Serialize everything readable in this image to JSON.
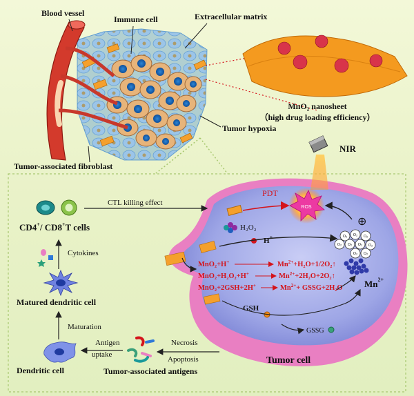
{
  "labels": {
    "blood_vessel": "Blood vessel",
    "immune_cell": "Immune cell",
    "extracellular_matrix": "Extracellular matrix",
    "mno2_nanosheet": "MnO₂ nanosheet",
    "high_drug_loading": "（high drug loading efficiency）",
    "tumor_hypoxia": "Tumor hypoxia",
    "tumor_associated_fibroblast": "Tumor-associated fibroblast",
    "nir": "NIR",
    "ctl_killing_effect": "CTL killing effect",
    "cd4": "CD4",
    "cd8": "/ CD8",
    "t_cells": "T cells",
    "plus_sup": "+",
    "pdt": "PDT",
    "ros": "ROS",
    "h2o2": "H₂O₂",
    "h_plus": "H",
    "cytokines": "Cytokines",
    "matured_dendritic_cell": "Matured  dendritic cell",
    "maturation": "Maturation",
    "antigen": "Antigen",
    "uptake": "uptake",
    "necrosis": "Necrosis",
    "apoptosis": "Apoptosis",
    "dendritic_cell": "Dendritic cell",
    "tumor_associated_antigens": "Tumor-associated antigens",
    "tumor_cell": "Tumor cell",
    "gsh": "GSH",
    "gssg": "GSSG",
    "mn": "Mn",
    "mn_charge": "2+",
    "o2": "O₂",
    "circle_plus": "⊕"
  },
  "reactions": [
    {
      "left": "MnO₂+H",
      "left_sup": "+",
      "right": "Mn",
      "right_sup": "2+",
      "right_tail": "+H₂O+1/2O₂↑"
    },
    {
      "left": "MnO₂+H₂O₂+H",
      "left_sup": "+",
      "right": "Mn",
      "right_sup": "2+",
      "right_tail": "+2H₂O+2O₂↑"
    },
    {
      "left": "MnO₂+2GSH+2H",
      "left_sup": "+",
      "right": "Mn",
      "right_sup": "2+",
      "right_tail": "+ GSSG+2H₂O"
    }
  ],
  "colors": {
    "background": "#eaf3cc",
    "tumor_cell_fill": "#9ea6e6",
    "tumor_cell_rim": "#e97fc2",
    "nanosheet": "#f49a1f",
    "vessel": "#d33a2c",
    "reaction_text": "#d4141b",
    "dashed_line": "#a8c870"
  }
}
